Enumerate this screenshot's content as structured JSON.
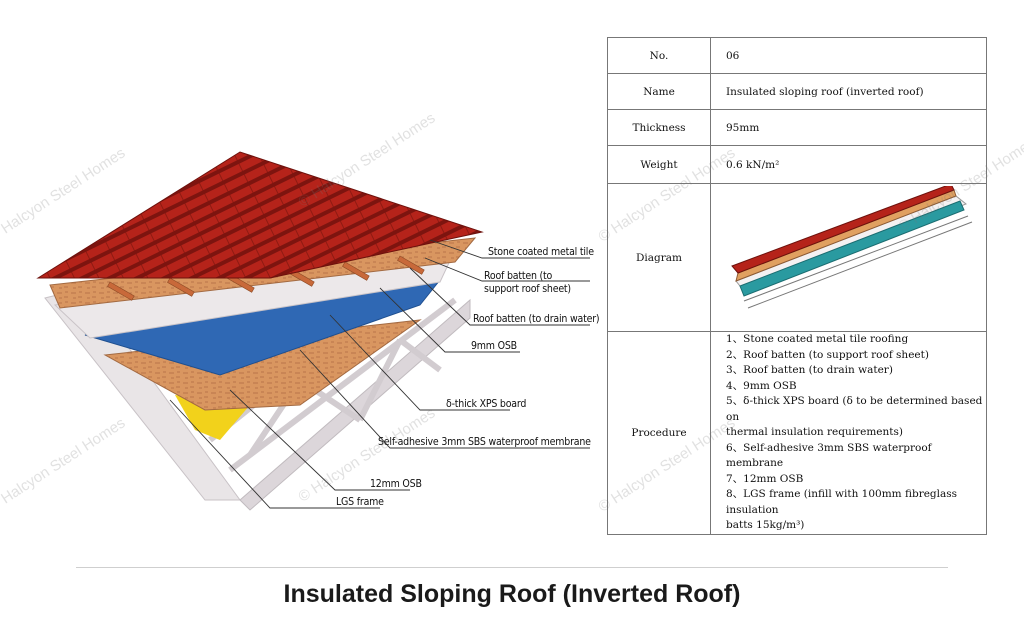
{
  "watermark": "© Halcyon Steel Homes",
  "title": "Insulated Sloping Roof (Inverted Roof)",
  "callouts": [
    "Stone coated metal tile",
    "Roof batten (to\nsupport roof sheet)",
    "Roof batten (to drain water)",
    "9mm OSB",
    "δ-thick XPS board",
    "Self-adhesive 3mm SBS waterproof membrane",
    "12mm OSB",
    "LGS frame"
  ],
  "table": {
    "no_label": "No.",
    "no_value": "06",
    "name_label": "Name",
    "name_value": "Insulated sloping roof (inverted roof)",
    "thickness_label": "Thickness",
    "thickness_value": "95mm",
    "weight_label": "Weight",
    "weight_value": "0.6 kN/m²",
    "diagram_label": "Diagram",
    "procedure_label": "Procedure",
    "procedure": [
      "1、Stone coated metal tile roofing",
      "2、Roof batten (to support roof sheet)",
      "3、Roof batten (to drain water)",
      "4、9mm OSB",
      "5、δ-thick XPS board (δ to be determined based on",
      "thermal insulation requirements)",
      "6、Self-adhesive 3mm SBS waterproof membrane",
      "7、12mm OSB",
      "8、LGS frame (infill with 100mm fibreglass insulation",
      "batts 15kg/m³)"
    ]
  },
  "colors": {
    "tile": "#b8241b",
    "osb": "#d9925e",
    "membrane": "#2f68b4",
    "insulation": "#f2d21b",
    "frame": "#e6e2e4"
  }
}
